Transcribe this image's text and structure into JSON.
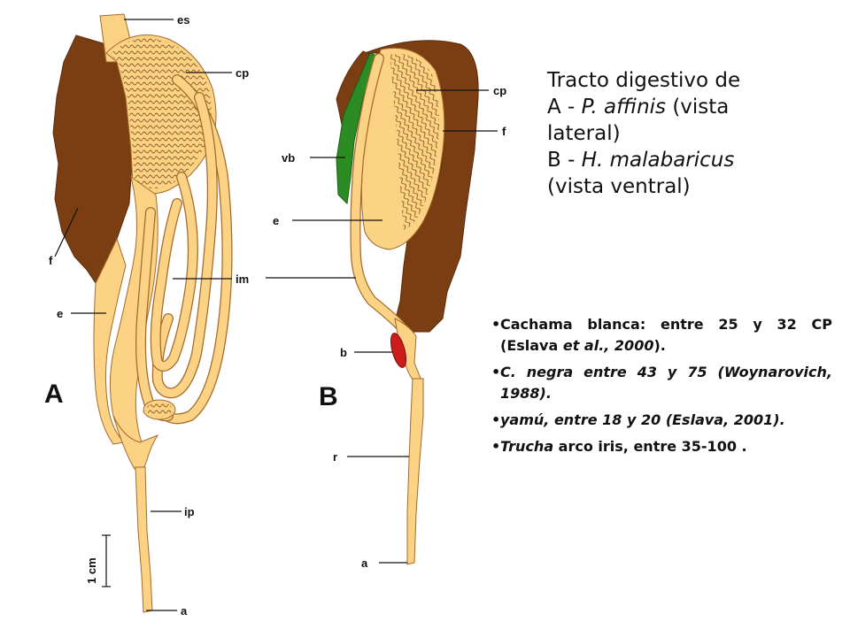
{
  "title": {
    "line1": "Tracto digestivo de",
    "line2_prefix": "A - ",
    "line2_species": "P. affinis",
    "line2_suffix": " (vista",
    "line3": "lateral)",
    "line4_prefix": "B - ",
    "line4_species": "H. malabaricus",
    "line5": "(vista ventral)"
  },
  "panel_a": {
    "letter": "A",
    "labels": {
      "es": "es",
      "cp": "cp",
      "f": "f",
      "e": "e",
      "im": "im",
      "ip": "ip",
      "a": "a"
    },
    "scale_bar": "1 cm"
  },
  "panel_b": {
    "letter": "B",
    "labels": {
      "cp": "cp",
      "f": "f",
      "vb": "vb",
      "e": "e",
      "b": "b",
      "r": "r",
      "a": "a"
    }
  },
  "bullets": [
    {
      "parts": [
        {
          "t": "Cachama blanca: entre 25 y 32 CP (Eslava "
        },
        {
          "t": "et al., 2000",
          "i": true
        },
        {
          "t": ")."
        }
      ]
    },
    {
      "parts": [
        {
          "t": " "
        },
        {
          "t": "C. negra entre 43 y 75 (Woynarovich, 1988).",
          "i": true
        }
      ]
    },
    {
      "parts": [
        {
          "t": " "
        },
        {
          "t": "yamú, entre 18 y 20 (Eslava, 2001).",
          "i": true
        }
      ]
    },
    {
      "parts": [
        {
          "t": "Trucha",
          "i": true
        },
        {
          "t": " arco iris, entre 35-100 ."
        }
      ]
    }
  ],
  "colors": {
    "tract": "#fcd384",
    "fat": "#7a3e12",
    "gallbladder": "#2a8c22",
    "spleen": "#cc1c1c",
    "outline": "#a36a2c"
  }
}
